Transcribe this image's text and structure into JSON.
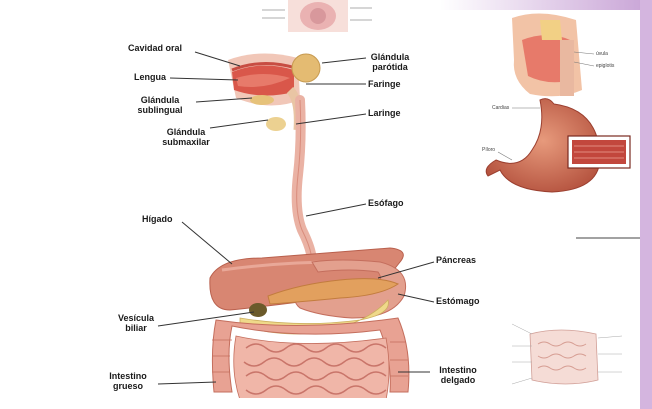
{
  "labels": {
    "cavidad_oral": "Cavidad oral",
    "lengua": "Lengua",
    "glandula_sublingual": [
      "Glándula",
      "sublingual"
    ],
    "glandula_submaxilar": [
      "Glándula",
      "submaxilar"
    ],
    "glandula_parotida": [
      "Glándula",
      "parótida"
    ],
    "faringe": "Faringe",
    "laringe": "Laringe",
    "esofago": "Esófago",
    "higado": "Hígado",
    "pancreas": "Páncreas",
    "estomago": "Estómago",
    "vesicula_biliar": [
      "Vesícula",
      "biliar"
    ],
    "intestino_grueso": [
      "Intestino",
      "grueso"
    ],
    "intestino_delgado": [
      "Intestino",
      "delgado"
    ]
  },
  "inset_labels": {
    "head_a": "úvula",
    "head_b": "epiglotis",
    "cardias": "Cardias",
    "piloro": "Píloro"
  },
  "colors": {
    "tissue": "#e8a49a",
    "tissue_dark": "#c9665a",
    "liver": "#d9826f",
    "pancreas": "#e0a060",
    "gland": "#e6c27a",
    "frame": "#c9a5d4"
  }
}
